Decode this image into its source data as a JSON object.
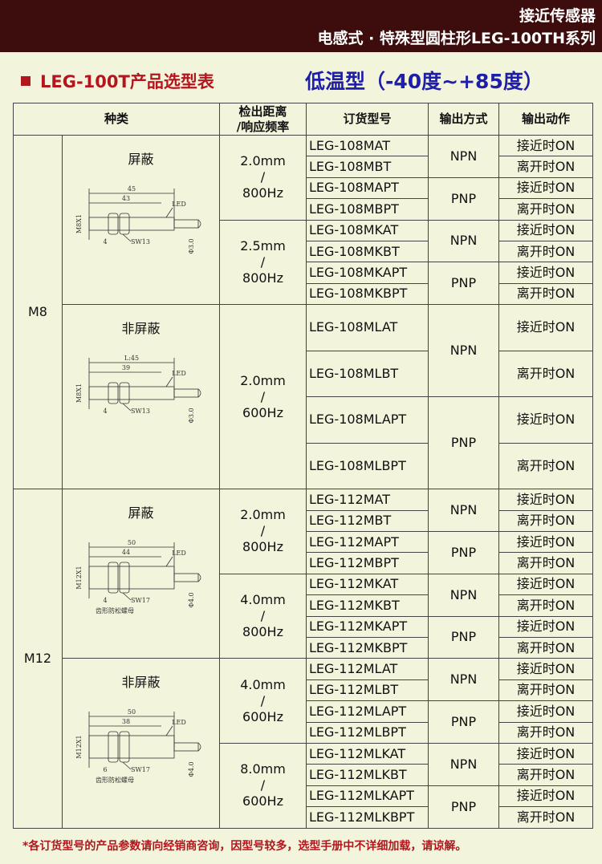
{
  "header": {
    "line1": "接近传感器",
    "line2": "电感式 · 特殊型圆柱形LEG-100TH系列"
  },
  "title": "LEG-100T产品选型表",
  "subtitle": "低温型（-40度~+85度）",
  "table": {
    "headers": {
      "kind": "种类",
      "distance": "检出距离\n/响应频率",
      "model": "订货型号",
      "output": "输出方式",
      "action": "输出动作"
    },
    "sizes": [
      {
        "label": "M8",
        "kinds": [
          {
            "label": "屏蔽",
            "diagram": {
              "dims": [
                "45",
                "43"
              ],
              "led": "LED",
              "thread": "M8X1",
              "wrench": "SW13",
              "side": "4",
              "cable": "Φ3.0",
              "note": ""
            },
            "groups": [
              {
                "dist": [
                  "2.0mm",
                  "/",
                  "800Hz"
                ],
                "outs": [
                  {
                    "out": "NPN",
                    "rows": [
                      [
                        "LEG-108MAT",
                        "接近时ON"
                      ],
                      [
                        "LEG-108MBT",
                        "离开时ON"
                      ]
                    ]
                  },
                  {
                    "out": "PNP",
                    "rows": [
                      [
                        "LEG-108MAPT",
                        "接近时ON"
                      ],
                      [
                        "LEG-108MBPT",
                        "离开时ON"
                      ]
                    ]
                  }
                ]
              },
              {
                "dist": [
                  "2.5mm",
                  "/",
                  "800Hz"
                ],
                "outs": [
                  {
                    "out": "NPN",
                    "rows": [
                      [
                        "LEG-108MKAT",
                        "接近时ON"
                      ],
                      [
                        "LEG-108MKBT",
                        "离开时ON"
                      ]
                    ]
                  },
                  {
                    "out": "PNP",
                    "rows": [
                      [
                        "LEG-108MKAPT",
                        "接近时ON"
                      ],
                      [
                        "LEG-108MKBPT",
                        "离开时ON"
                      ]
                    ]
                  }
                ]
              }
            ]
          },
          {
            "label": "非屏蔽",
            "diagram": {
              "dims": [
                "L:45",
                "39"
              ],
              "led": "LED",
              "thread": "M8X1",
              "wrench": "SW13",
              "side": "4",
              "cable": "Φ3.0",
              "note": ""
            },
            "groups": [
              {
                "dist": [
                  "2.0mm",
                  "/",
                  "600Hz"
                ],
                "outs": [
                  {
                    "out": "NPN",
                    "rows": [
                      [
                        "LEG-108MLAT",
                        "接近时ON"
                      ],
                      [
                        "LEG-108MLBT",
                        "离开时ON"
                      ]
                    ]
                  },
                  {
                    "out": "PNP",
                    "rows": [
                      [
                        "LEG-108MLAPT",
                        "接近时ON"
                      ],
                      [
                        "LEG-108MLBPT",
                        "离开时ON"
                      ]
                    ]
                  }
                ]
              }
            ]
          }
        ]
      },
      {
        "label": "M12",
        "kinds": [
          {
            "label": "屏蔽",
            "diagram": {
              "dims": [
                "50",
                "44"
              ],
              "led": "LED",
              "thread": "M12X1",
              "wrench": "SW17",
              "side": "4",
              "cable": "Φ4.0",
              "note": "齿形防松螺母"
            },
            "groups": [
              {
                "dist": [
                  "2.0mm",
                  "/",
                  "800Hz"
                ],
                "outs": [
                  {
                    "out": "NPN",
                    "rows": [
                      [
                        "LEG-112MAT",
                        "接近时ON"
                      ],
                      [
                        "LEG-112MBT",
                        "离开时ON"
                      ]
                    ]
                  },
                  {
                    "out": "PNP",
                    "rows": [
                      [
                        "LEG-112MAPT",
                        "接近时ON"
                      ],
                      [
                        "LEG-112MBPT",
                        "离开时ON"
                      ]
                    ]
                  }
                ]
              },
              {
                "dist": [
                  "4.0mm",
                  "/",
                  "800Hz"
                ],
                "outs": [
                  {
                    "out": "NPN",
                    "rows": [
                      [
                        "LEG-112MKAT",
                        "接近时ON"
                      ],
                      [
                        "LEG-112MKBT",
                        "离开时ON"
                      ]
                    ]
                  },
                  {
                    "out": "PNP",
                    "rows": [
                      [
                        "LEG-112MKAPT",
                        "接近时ON"
                      ],
                      [
                        "LEG-112MKBPT",
                        "离开时ON"
                      ]
                    ]
                  }
                ]
              }
            ]
          },
          {
            "label": "非屏蔽",
            "diagram": {
              "dims": [
                "50",
                "38"
              ],
              "led": "LED",
              "thread": "M12X1",
              "wrench": "SW17",
              "side": "6",
              "cable": "Φ4.0",
              "note": "齿形防松螺母"
            },
            "groups": [
              {
                "dist": [
                  "4.0mm",
                  "/",
                  "600Hz"
                ],
                "outs": [
                  {
                    "out": "NPN",
                    "rows": [
                      [
                        "LEG-112MLAT",
                        "接近时ON"
                      ],
                      [
                        "LEG-112MLBT",
                        "离开时ON"
                      ]
                    ]
                  },
                  {
                    "out": "PNP",
                    "rows": [
                      [
                        "LEG-112MLAPT",
                        "接近时ON"
                      ],
                      [
                        "LEG-112MLBPT",
                        "离开时ON"
                      ]
                    ]
                  }
                ]
              },
              {
                "dist": [
                  "8.0mm",
                  "/",
                  "600Hz"
                ],
                "outs": [
                  {
                    "out": "NPN",
                    "rows": [
                      [
                        "LEG-112MLKAT",
                        "接近时ON"
                      ],
                      [
                        "LEG-112MLKBT",
                        "离开时ON"
                      ]
                    ]
                  },
                  {
                    "out": "PNP",
                    "rows": [
                      [
                        "LEG-112MLKAPT",
                        "接近时ON"
                      ],
                      [
                        "LEG-112MLKBPT",
                        "离开时ON"
                      ]
                    ]
                  }
                ]
              }
            ]
          }
        ]
      }
    ]
  },
  "footnote": "*各订货型号的产品参数请向经销商咨询，因型号较多，选型手册中不详细加载，请谅解。"
}
